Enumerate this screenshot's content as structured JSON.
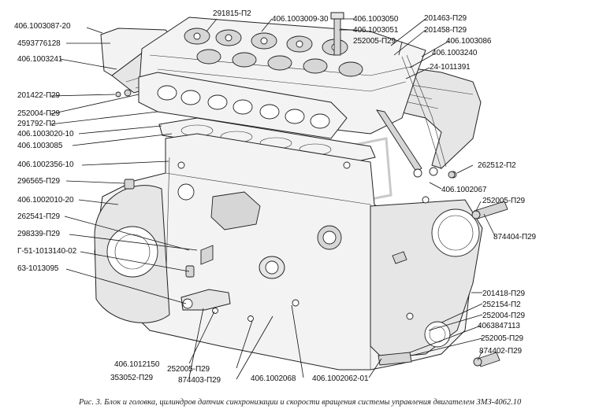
{
  "labels": {
    "l01": "406.1003087-20",
    "l02": "4593776128",
    "l03": "406.1003241",
    "l04": "201422-П29",
    "l05": "252004-П29",
    "l06": "291792-П2",
    "l07": "406.1003020-10",
    "l08": "406.1003085",
    "l09": "406.1002356-10",
    "l10": "296565-П29",
    "l11": "406.1002010-20",
    "l12": "262541-П29",
    "l13": "298339-П29",
    "l14": "Г-51-1013140-02",
    "l15": "63-1013095",
    "l16": "291815-П2",
    "l17": "406.1003009-30",
    "l18": "406.1003050",
    "l19": "406.1003051",
    "l20": "201463-П29",
    "l21": "201458-П29",
    "l22": "252005-П29",
    "l23": "406.1003086",
    "l24": "406.1003240",
    "l25": "24-1011391",
    "l26": "262512-П2",
    "l27": "406.1002067",
    "l28": "252005-П29",
    "l29": "874404-П29",
    "l30": "201418-П29",
    "l31": "252154-П2",
    "l32": "252004-П29",
    "l33": "4063847113",
    "l34": "252005-П29",
    "l35": "874402-П29",
    "l36": "406.1012150",
    "l37": "353052-П29",
    "l38": "252005-П29",
    "l39": "874403-П29",
    "l40": "406.1002068",
    "l41": "406.1002062-01"
  },
  "caption": "Рис. 3. Блок и головка, цилиндров датчик синхронизации и скорости вращения системы управления двигателем ЗМЗ-4062.10",
  "colors": {
    "line": "#111111",
    "fill": "#f3f3f3",
    "background": "#ffffff"
  }
}
